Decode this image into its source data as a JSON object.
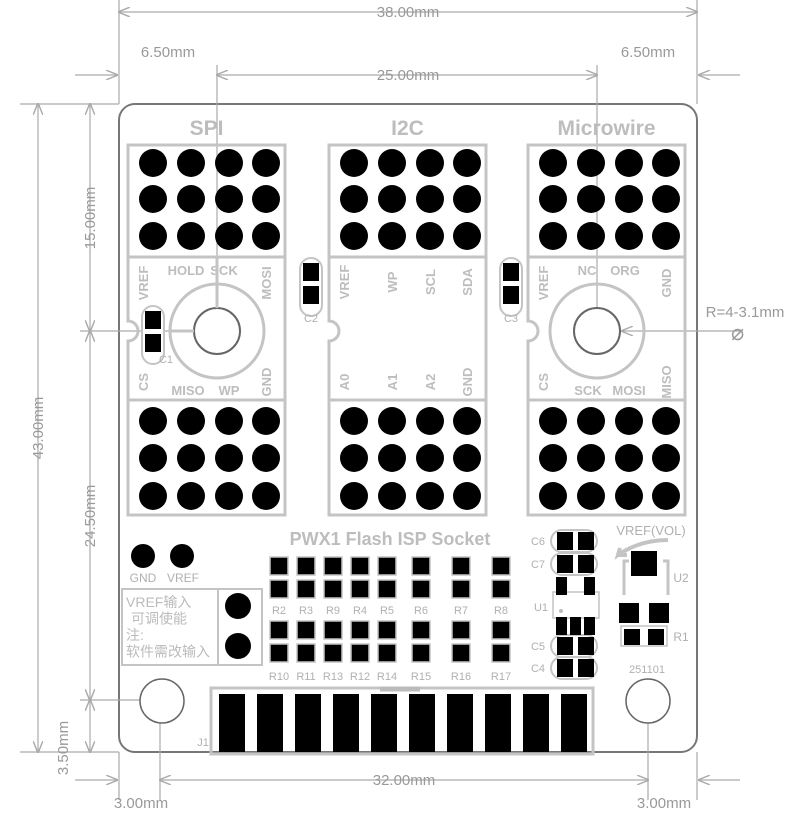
{
  "dimensions": {
    "width_total": "38.00mm",
    "left_margin": "6.50mm",
    "socket_pitch": "25.00mm",
    "right_margin": "6.50mm",
    "height_total": "43.00mm",
    "top_to_hole": "15.00mm",
    "hole_to_mount": "24.50mm",
    "mount_bottom": "3.50mm",
    "mount_pitch": "32.00mm",
    "mount_left": "3.00mm",
    "mount_right": "3.00mm",
    "hole_radius": "R=4-3.1mm",
    "diameter_symbol": "⌀"
  },
  "sockets": [
    {
      "title": "SPI",
      "top_labels": [
        "VREF",
        "HOLD",
        "SCK",
        "MOSI"
      ],
      "bottom_labels": [
        "CS",
        "MISO",
        "WP",
        "GND"
      ],
      "cap": "C1"
    },
    {
      "title": "I2C",
      "top_labels": [
        "VREF",
        "WP",
        "SCL",
        "SDA"
      ],
      "bottom_labels": [
        "A0",
        "A1",
        "A2",
        "GND"
      ],
      "cap": "C2"
    },
    {
      "title": "Microwire",
      "top_labels": [
        "VREF",
        "NC",
        "ORG",
        "GND"
      ],
      "bottom_labels": [
        "CS",
        "SCK",
        "MOSI",
        "MISO"
      ],
      "cap": "C3"
    }
  ],
  "board": {
    "title": "PWX1 Flash ISP Socket",
    "gnd_label": "GND",
    "vref_label": "VREF",
    "note_lines": [
      "VREF输入",
      "可调使能",
      "注:",
      "软件需改输入"
    ],
    "resistors_top": [
      "R2",
      "R3",
      "R9",
      "R4",
      "R5",
      "R6",
      "R7",
      "R8"
    ],
    "resistors_bottom": [
      "R10",
      "R11",
      "R13",
      "R12",
      "R14",
      "R15",
      "R16",
      "R17"
    ],
    "caps_right": [
      "C6",
      "C7",
      "C5",
      "C4"
    ],
    "u1": "U1",
    "u2": "U2",
    "r1": "R1",
    "vref_vol": "VREF(VOL)",
    "date_code": "251101",
    "connector": "J1"
  }
}
